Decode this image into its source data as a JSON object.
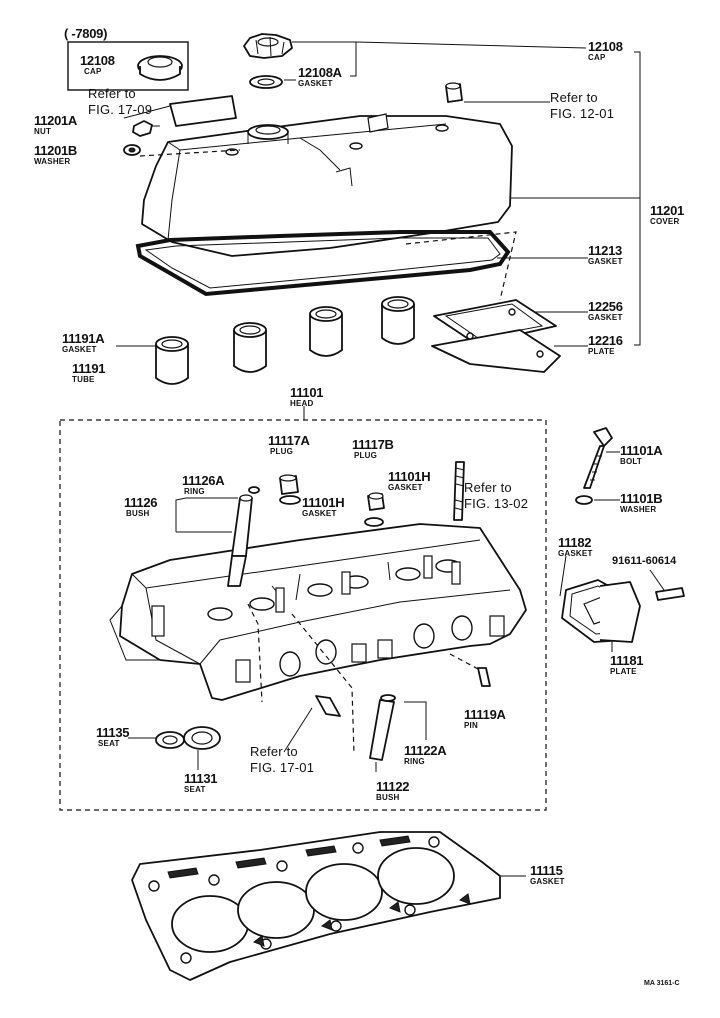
{
  "variant_box": {
    "range": "(     -7809)",
    "number": "12108",
    "name": "CAP"
  },
  "labels": [
    {
      "id": "12108",
      "number": "12108",
      "name": "CAP"
    },
    {
      "id": "12108A",
      "number": "12108A",
      "name": "GASKET"
    },
    {
      "id": "11201A",
      "number": "11201A",
      "name": "NUT"
    },
    {
      "id": "11201B",
      "number": "11201B",
      "name": "WASHER"
    },
    {
      "id": "11201",
      "number": "11201",
      "name": "COVER"
    },
    {
      "id": "11213",
      "number": "11213",
      "name": "GASKET"
    },
    {
      "id": "12256",
      "number": "12256",
      "name": "GASKET"
    },
    {
      "id": "12216",
      "number": "12216",
      "name": "PLATE"
    },
    {
      "id": "11191A",
      "number": "11191A",
      "name": "GASKET"
    },
    {
      "id": "11191",
      "number": "11191",
      "name": "TUBE"
    },
    {
      "id": "11101",
      "number": "11101",
      "name": "HEAD"
    },
    {
      "id": "11117A",
      "number": "11117A",
      "name": "PLUG"
    },
    {
      "id": "11117B",
      "number": "11117B",
      "name": "PLUG"
    },
    {
      "id": "11126A",
      "number": "11126A",
      "name": "RING"
    },
    {
      "id": "11126",
      "number": "11126",
      "name": "BUSH"
    },
    {
      "id": "11101H-a",
      "number": "11101H",
      "name": "GASKET"
    },
    {
      "id": "11101H-b",
      "number": "11101H",
      "name": "GASKET"
    },
    {
      "id": "11101A",
      "number": "11101A",
      "name": "BOLT"
    },
    {
      "id": "11101B",
      "number": "11101B",
      "name": "WASHER"
    },
    {
      "id": "11182",
      "number": "11182",
      "name": "GASKET"
    },
    {
      "id": "91611",
      "number": "91611-60614",
      "name": ""
    },
    {
      "id": "11181",
      "number": "11181",
      "name": "PLATE"
    },
    {
      "id": "11119A",
      "number": "11119A",
      "name": "PIN"
    },
    {
      "id": "11122A",
      "number": "11122A",
      "name": "RING"
    },
    {
      "id": "11122",
      "number": "11122",
      "name": "BUSH"
    },
    {
      "id": "11135",
      "number": "11135",
      "name": "SEAT"
    },
    {
      "id": "11131",
      "number": "11131",
      "name": "SEAT"
    },
    {
      "id": "11115",
      "number": "11115",
      "name": "GASKET"
    }
  ],
  "references": [
    {
      "id": "ref-17-09",
      "line1": "Refer to",
      "line2": "FIG. 17-09"
    },
    {
      "id": "ref-12-01",
      "line1": "Refer to",
      "line2": "FIG. 12-01"
    },
    {
      "id": "ref-13-02",
      "line1": "Refer to",
      "line2": "FIG. 13-02"
    },
    {
      "id": "ref-17-01",
      "line1": "Refer to",
      "line2": "FIG. 17-01"
    }
  ],
  "drawing_code": "MA 3161-C"
}
